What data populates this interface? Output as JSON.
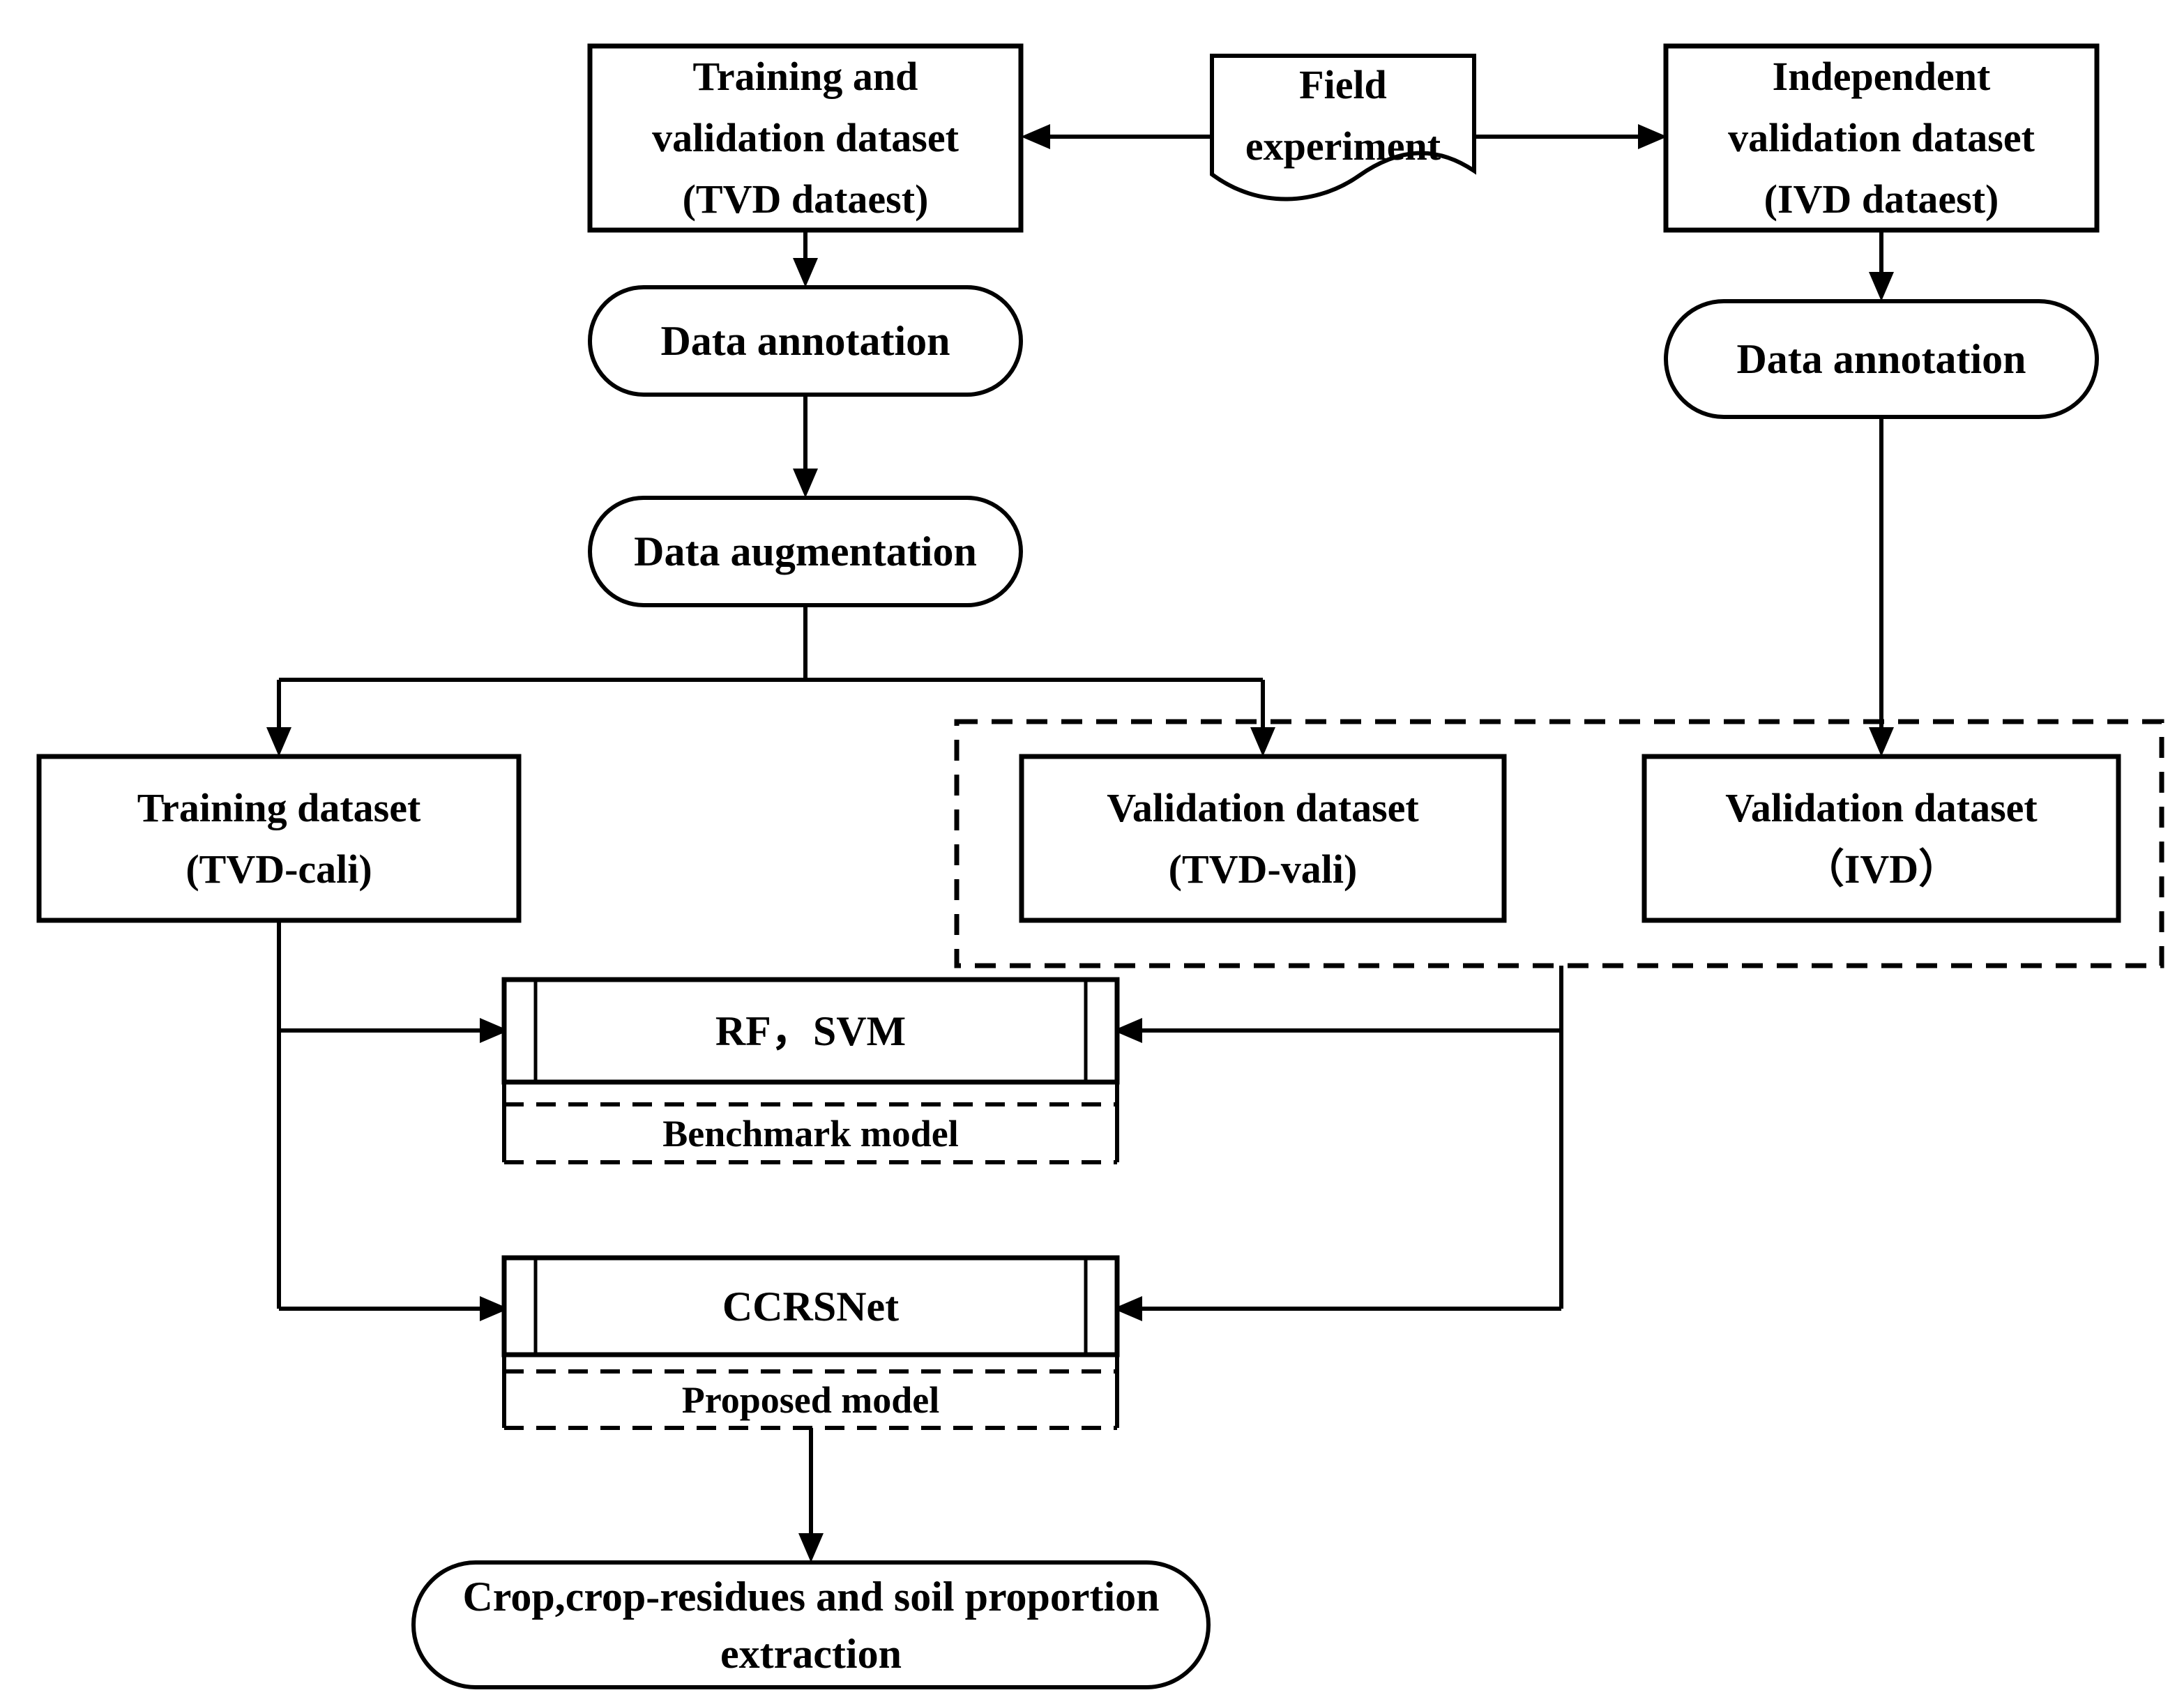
{
  "figure": {
    "type": "flowchart",
    "background": "#ffffff",
    "line_color": "#000000",
    "text_color": "#000000",
    "nodes": {
      "tvd_dataset": {
        "shape": "rectangle",
        "line1": "Training and",
        "line2": "validation dataset",
        "line3": "(TVD dataest)"
      },
      "field_experiment": {
        "shape": "document",
        "line1": "Field",
        "line2": "experiment"
      },
      "ivd_dataset": {
        "shape": "rectangle",
        "line1": "Independent",
        "line2": "validation dataset",
        "line3": "(IVD dataest)"
      },
      "data_annotation_left": {
        "shape": "stadium",
        "label": "Data annotation"
      },
      "data_annotation_right": {
        "shape": "stadium",
        "label": "Data annotation"
      },
      "data_augmentation": {
        "shape": "stadium",
        "label": "Data augmentation"
      },
      "training_dataset": {
        "shape": "rectangle",
        "line1": "Training dataset",
        "line2": "(TVD-cali)"
      },
      "validation_tvd": {
        "shape": "rectangle",
        "line1": "Validation dataset",
        "line2": "(TVD-vali)"
      },
      "validation_ivd": {
        "shape": "rectangle",
        "line1": "Validation dataset",
        "line2": "（IVD）"
      },
      "rf_svm": {
        "shape": "predefined-process",
        "label": "RF，SVM"
      },
      "benchmark_model": {
        "shape": "dashed-label",
        "label": "Benchmark model"
      },
      "ccrsnet": {
        "shape": "predefined-process",
        "label": "CCRSNet"
      },
      "proposed_model": {
        "shape": "dashed-label",
        "label": "Proposed model"
      },
      "output": {
        "shape": "stadium",
        "line1": "Crop,crop-residues and soil proportion",
        "line2": "extraction"
      }
    }
  }
}
